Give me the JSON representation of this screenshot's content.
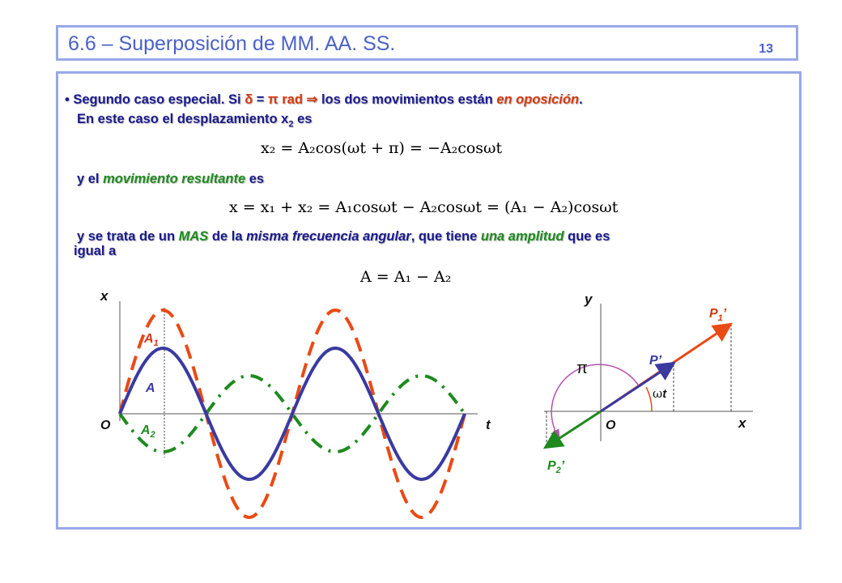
{
  "slide": {
    "title": "6.6 – Superposición de MM. AA. SS.",
    "number": "13"
  },
  "text": {
    "bullet": "•",
    "l1_a": "Segundo caso especial. Si ",
    "l1_delta": "δ",
    "l1_eq": " = ",
    "l1_pi": "π",
    "l1_rad": " rad ",
    "l1_arrow": " ⇒ ",
    "l1_b": "los dos movimientos están ",
    "l1_c": "en oposición",
    "l1_d": ".",
    "l2_a": "En este caso el desplazamiento x",
    "l2_sub": "2",
    "l2_b": " es",
    "l3_a": "y el ",
    "l3_b": "movimiento resultante",
    "l3_c": " es",
    "l4_a": "y se trata de un ",
    "l4_b": "MAS",
    "l4_c": " de la ",
    "l4_d": "misma frecuencia angular",
    "l4_e": ", que tiene ",
    "l4_f": "una amplitud",
    "l4_g": " que es",
    "l5": "igual a"
  },
  "equations": {
    "eq1": "x₂ = A₂cos(ωt + π) = −A₂cosωt",
    "eq2": "x = x₁ + x₂ = A₁cosωt − A₂cosωt = (A₁ − A₂)cosωt",
    "eq3": "A = A₁ − A₂"
  },
  "graph_left": {
    "y_axis": "x",
    "x_axis": "t",
    "origin": "O",
    "label_A1": "A",
    "label_A1_sub": "1",
    "label_A": "A",
    "label_A2": "A",
    "label_A2_sub": "2",
    "colors": {
      "x1": "#ea4a14",
      "x2": "#1e8a1e",
      "resultant": "#3a3aa0"
    }
  },
  "graph_right": {
    "y_axis": "y",
    "x_axis": "x",
    "origin": "O",
    "P1": "P",
    "P1_sub": "1",
    "P1_prime": "’",
    "P": "P’",
    "P2": "P",
    "P2_sub": "2",
    "P2_prime": "’",
    "angle_pi": "π",
    "angle_wt_w": "ω",
    "angle_wt_t": "t",
    "colors": {
      "P1": "#ea4a14",
      "P": "#3a3aa0",
      "P2": "#1e8a1e",
      "arc_pi": "#b050b0",
      "arc_wt": "#ea4a14"
    }
  }
}
